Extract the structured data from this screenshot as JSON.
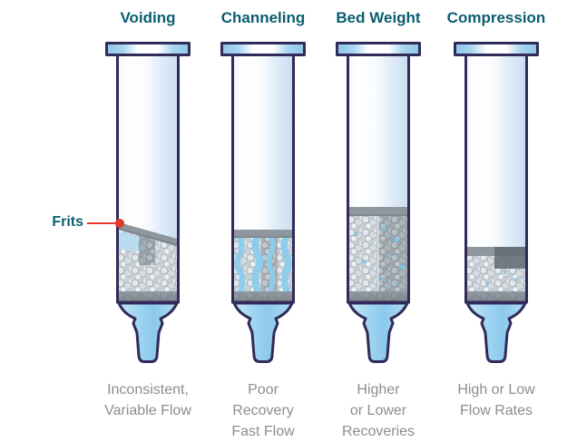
{
  "columns": [
    {
      "title": "Voiding",
      "caption": "Inconsistent,\nVariable Flow"
    },
    {
      "title": "Channeling",
      "caption": "Poor\nRecovery\nFast Flow"
    },
    {
      "title": "Bed Weight",
      "caption": "Higher\nor Lower\nRecoveries"
    },
    {
      "title": "Compression",
      "caption": "High or Low\nFlow Rates"
    }
  ],
  "annotation": {
    "label": "Frits"
  },
  "colors": {
    "teal": "#0a5e70",
    "navy": "#312b5a",
    "caption_gray": "#8d8c94",
    "pointer_red": "#e6392e",
    "flange_blue": "#8ec6e8",
    "interior_blue": "#dcebf8",
    "frit_gray": "#8e979e",
    "frit_dark": "#5f6a71",
    "bed_gray": "#c9d1d7",
    "channel_blue": "#8ccdee",
    "tip_blue": "#8cc9ec"
  }
}
